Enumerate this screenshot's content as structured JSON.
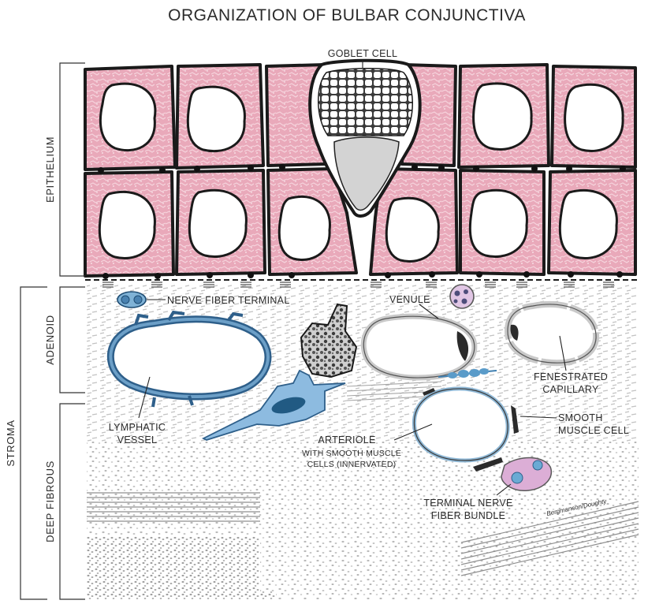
{
  "title": "ORGANIZATION OF BULBAR CONJUNCTIVA",
  "regions": {
    "epithelium": "EPITHELIUM",
    "stroma": "STROMA",
    "adenoid": "ADENOID",
    "deep_fibrous": "DEEP FIBROUS"
  },
  "labels": {
    "goblet_cell": "GOBLET CELL",
    "nerve_fiber_terminal": "NERVE FIBER TERMINAL",
    "venule": "VENULE",
    "fenestrated_1": "FENESTRATED",
    "fenestrated_2": "CAPILLARY",
    "lymphatic_1": "LYMPHATIC",
    "lymphatic_2": "VESSEL",
    "smooth_1": "SMOOTH",
    "smooth_2": "MUSCLE CELL",
    "arteriole": "ARTERIOLE",
    "arteriole_sub_1": "WITH SMOOTH MUSCLE",
    "arteriole_sub_2": "CELLS (INNERVATED)",
    "terminal_1": "TERMINAL NERVE",
    "terminal_2": "FIBER BUNDLE",
    "signature": "Bergmanson/Doughty"
  },
  "colors": {
    "epithelial_pink": "#e9a9ba",
    "lymphatic_blue": "#3f74a3",
    "fibroblast_blue": "#7fb0d8",
    "arteriole_ring": "#9ec4dc",
    "nerve_pink": "#d9a7cf",
    "outline": "#1a1a1a"
  }
}
